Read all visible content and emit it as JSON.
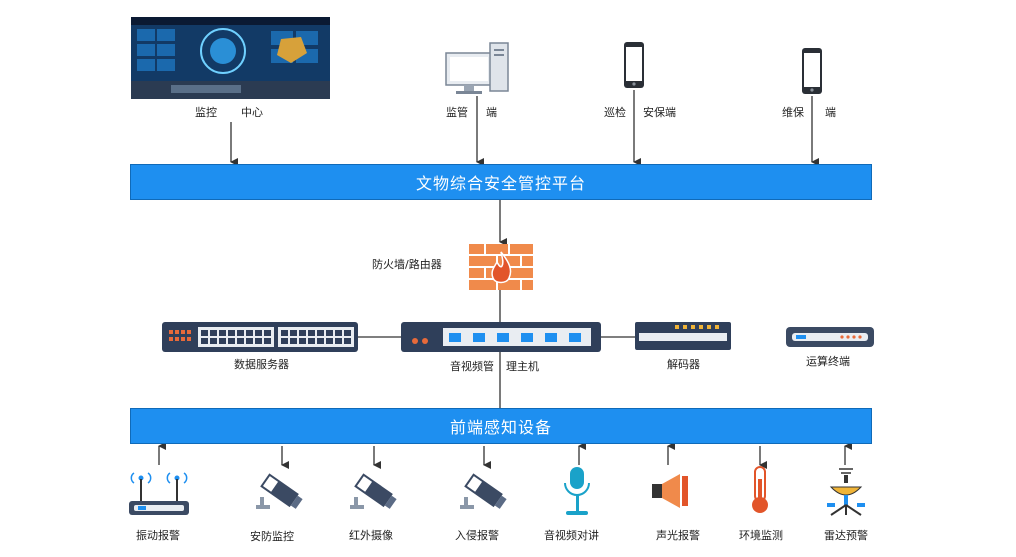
{
  "top_nodes": {
    "monitor_center": [
      "监控",
      "中心"
    ],
    "supervision": [
      "监管",
      "端"
    ],
    "patrol": [
      "巡检",
      "安保端"
    ],
    "maintenance": [
      "维保",
      "端"
    ]
  },
  "platform_label": "文物综合安全管控平台",
  "firewall_label": "防火墙/路由器",
  "middle_nodes": {
    "data_server": "数据服务器",
    "av_host": [
      "音视频管",
      "理主机"
    ],
    "decoder": "解码器",
    "compute": "运算终端"
  },
  "frontend_label": "前端感知设备",
  "devices": [
    "振动报警",
    "安防监控",
    "红外摄像",
    "入侵报警",
    "音视频对讲",
    "声光报警",
    "环境监测",
    "雷达预警"
  ],
  "colors": {
    "bar": "#1e8ff0",
    "firewall": "#f08a4b",
    "switch": "#2f3f5a"
  }
}
